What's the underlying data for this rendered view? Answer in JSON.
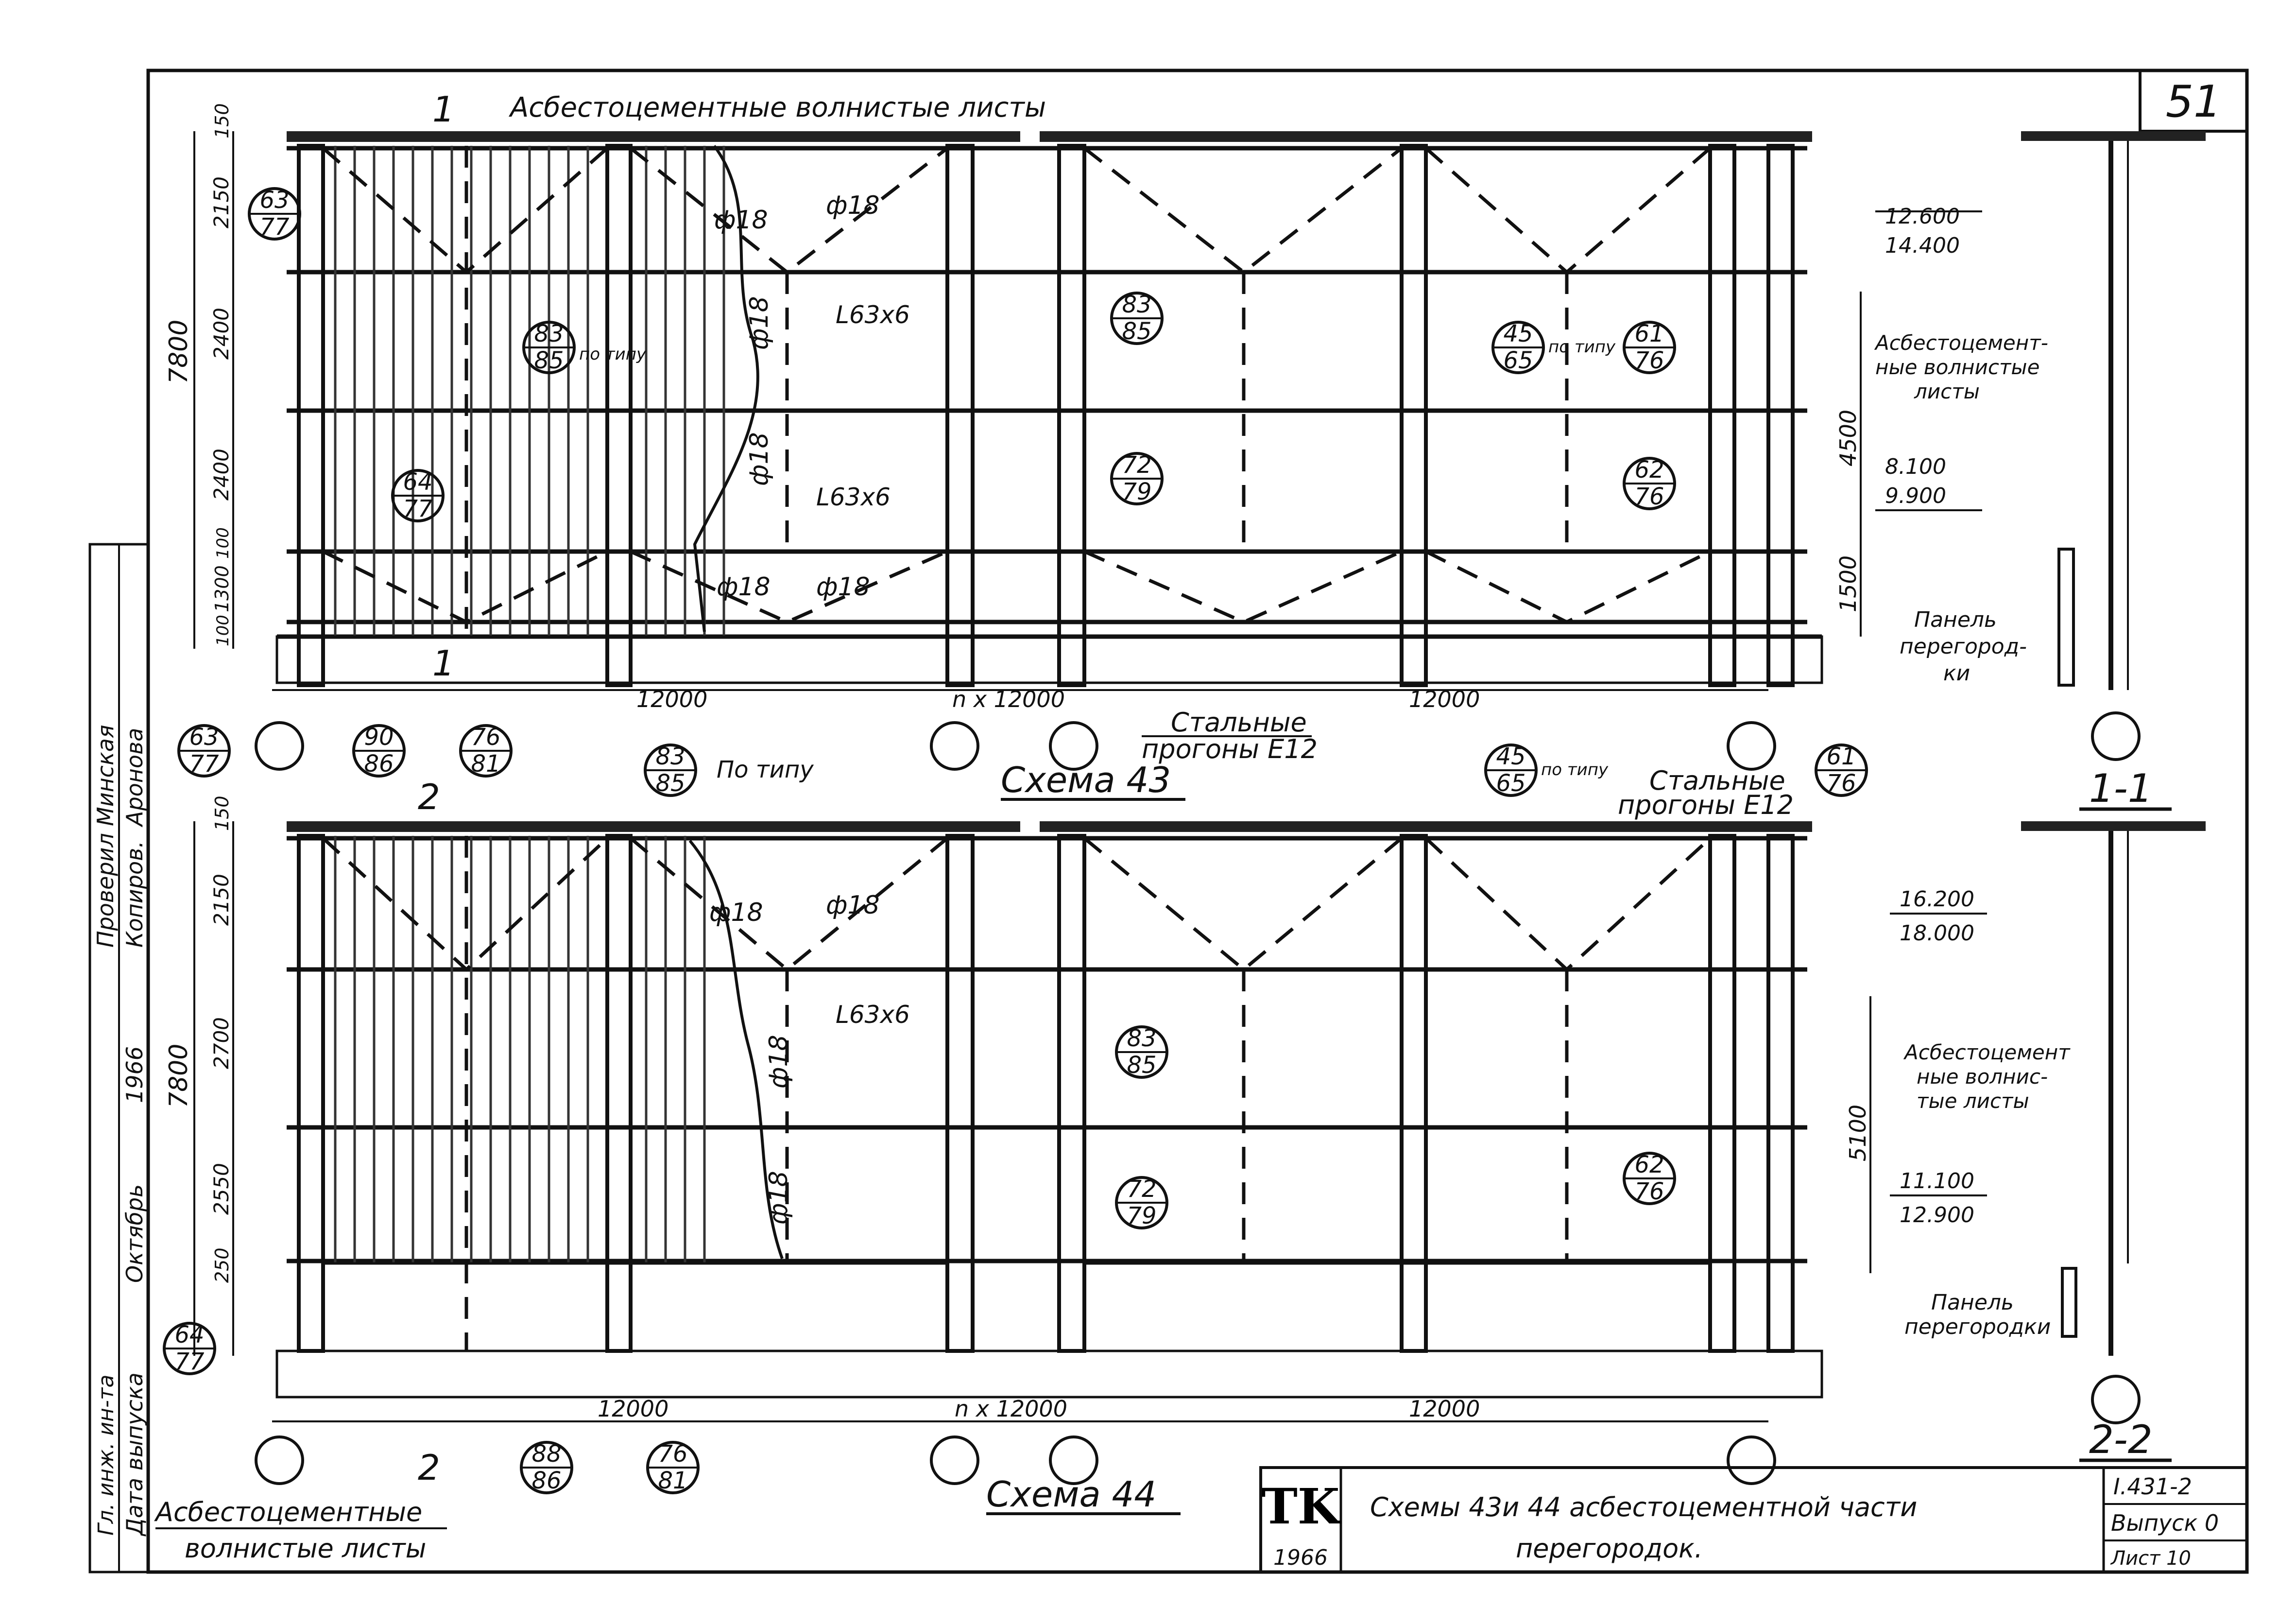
{
  "sheet": {
    "number": "51",
    "series": "I.431-2",
    "issue": "Выпуск 0",
    "sheet_label": "Лист 10",
    "stamp_mark": "TK",
    "stamp_year": "1966",
    "title_line1": "Схемы 43и 44 асбестоцементной  части",
    "title_line2": "перегородок."
  },
  "side_block": {
    "checked_label": "Проверил",
    "checked_name": "Минская",
    "copied_label": "Копиров.",
    "copied_name": "Аронова",
    "engineer_label": "Гл. инж. ин-та",
    "date_label": "Дата выпуска",
    "date_value": "Октябрь",
    "year_value": "1966"
  },
  "scheme43": {
    "caption": "Схема 43",
    "top_label": "Асбестоцементные волнистые листы",
    "purlins_label_1": "Стальные",
    "purlins_label_2": "прогоны Е12",
    "cut_mark": "1",
    "total_height": "7800",
    "dims_vertical": [
      "150",
      "2150",
      "2400",
      "2400",
      "100",
      "1300",
      "100"
    ],
    "dims_horizontal": [
      "12000",
      "n x 12000",
      "12000"
    ],
    "dim_right_upper": "4500",
    "dim_right_lower": "1500",
    "levels": [
      "12.600",
      "14.400",
      "8.100",
      "9.900"
    ],
    "rod_labels": [
      "ф18",
      "ф18",
      "ф18",
      "ф18",
      "ф18",
      "ф18"
    ],
    "angle_labels": [
      "L63x6",
      "L63x6"
    ],
    "callouts": [
      {
        "num": "63",
        "den": "77"
      },
      {
        "num": "83",
        "den": "85",
        "note": "по типу"
      },
      {
        "num": "64",
        "den": "77"
      },
      {
        "num": "83",
        "den": "85"
      },
      {
        "num": "72",
        "den": "79"
      },
      {
        "num": "45",
        "den": "65",
        "note": "по типу"
      },
      {
        "num": "61",
        "den": "76"
      },
      {
        "num": "62",
        "den": "76"
      },
      {
        "num": "90",
        "den": "86"
      },
      {
        "num": "76",
        "den": "81"
      }
    ],
    "section_title": "1-1",
    "section_label_1": "Асбестоцемент-",
    "section_label_2": "ные волнистые",
    "section_label_3": "листы",
    "panel_label_1": "Панель",
    "panel_label_2": "перегород-",
    "panel_label_3": "ки"
  },
  "scheme44": {
    "caption": "Схема 44",
    "bottom_label_1": "Асбестоцементные",
    "bottom_label_2": "волнистые листы",
    "purlins_label_1": "Стальные",
    "purlins_label_2": "прогоны Е12",
    "cut_mark": "2",
    "total_height": "7800",
    "dims_vertical": [
      "150",
      "2150",
      "2700",
      "2550",
      "250"
    ],
    "dims_horizontal": [
      "12000",
      "n x 12000",
      "12000"
    ],
    "dim_right": "5100",
    "levels": [
      "16.200",
      "18.000",
      "11.100",
      "12.900"
    ],
    "rod_labels": [
      "ф18",
      "ф18",
      "ф18",
      "ф18"
    ],
    "angle_label": "L63x6",
    "callouts": [
      {
        "num": "63",
        "den": "77"
      },
      {
        "num": "83",
        "den": "85",
        "note": "По типу"
      },
      {
        "num": "45",
        "den": "65",
        "note": "по типу"
      },
      {
        "num": "61",
        "den": "76"
      },
      {
        "num": "83",
        "den": "85"
      },
      {
        "num": "72",
        "den": "79"
      },
      {
        "num": "62",
        "den": "76"
      },
      {
        "num": "64",
        "den": "77"
      },
      {
        "num": "88",
        "den": "86"
      },
      {
        "num": "76",
        "den": "81"
      }
    ],
    "section_title": "2-2",
    "section_label_1": "Асбестоцемент",
    "section_label_2": "ные волнис-",
    "section_label_3": "тые листы",
    "panel_label_1": "Панель",
    "panel_label_2": "перегородки"
  }
}
